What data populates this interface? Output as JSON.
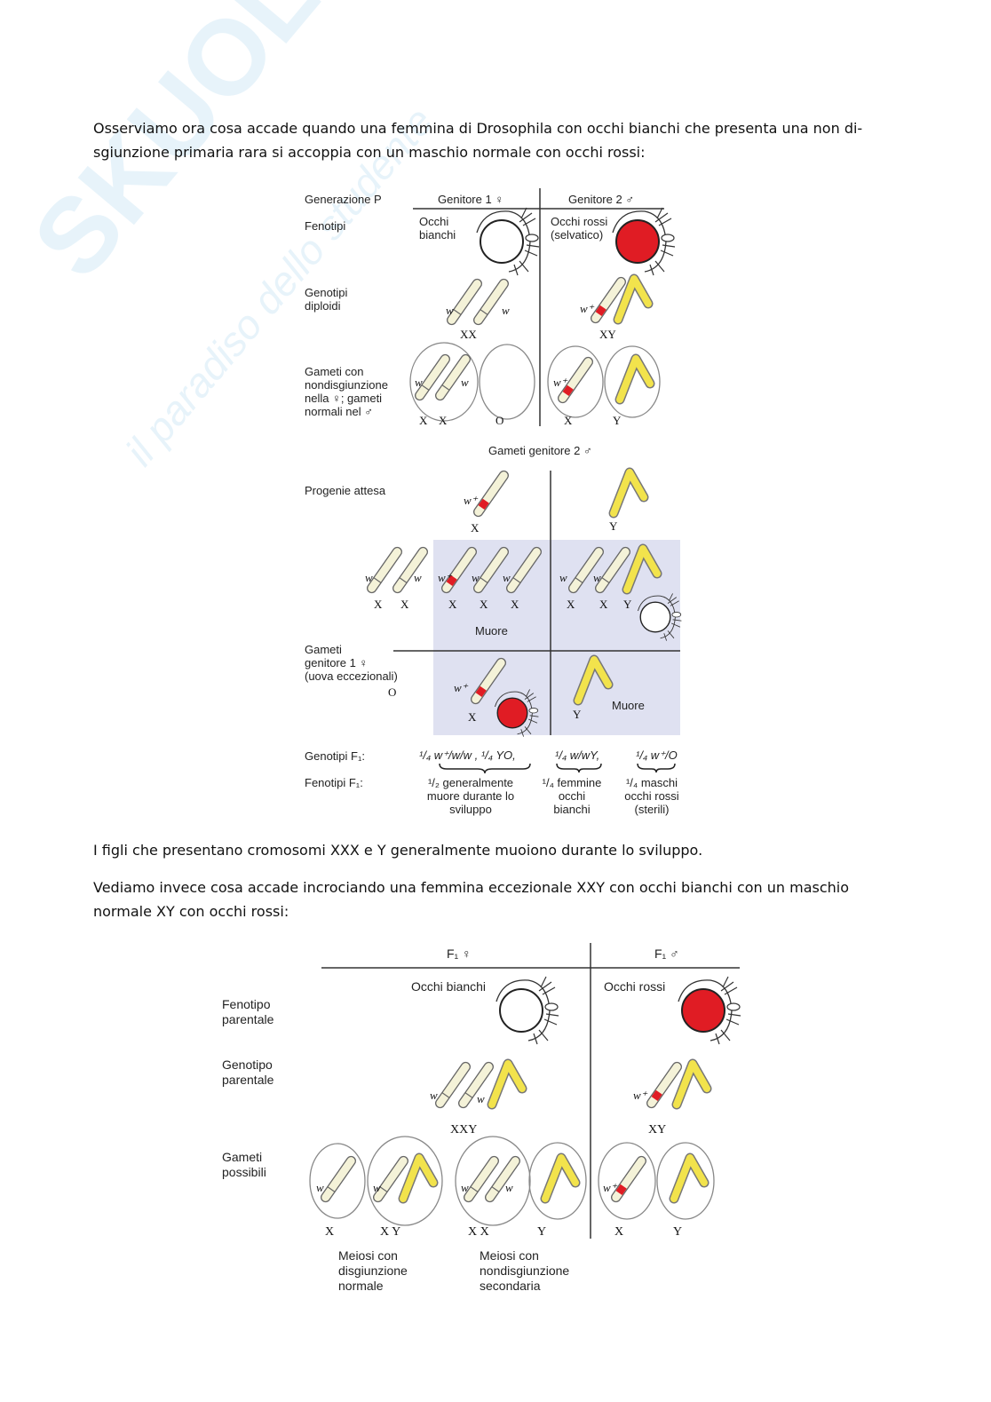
{
  "watermark": {
    "logo": "Skuola.net",
    "tagline": "il paradiso dello studente"
  },
  "paragraphs": {
    "p1": "Osserviamo ora cosa accade quando una femmina di Drosophila con occhi bianchi che presenta una non di-sgiunzione primaria rara si accoppia con un maschio normale con occhi rossi:",
    "p2": "I figli che presentano cromosomi XXX e Y generalmente muoiono durante lo sviluppo.",
    "p3": "Vediamo invece cosa accade incrociando una femmina eccezionale XXY con occhi bianchi con un maschio normale XY con occhi rossi:"
  },
  "figure1": {
    "generation": "Generazione P",
    "parent1": "Genitore 1 ♀",
    "parent2": "Genitore 2 ♂",
    "phenotypes_label": "Fenotipi",
    "p1_phenotype": "Occhi\nbianchi",
    "p2_phenotype": "Occhi rossi\n(selvatico)",
    "genotypes_label": "Genotipi\ndiploidi",
    "w": "w",
    "wplus": "w⁺",
    "xx": "XX",
    "xy": "XY",
    "gametes_label": "Gameti con\nnondisgiunzione\nnella ♀; gameti\nnormali nel ♂",
    "X": "X",
    "Y": "Y",
    "O": "O",
    "gametes_p2": "Gameti genitore 2 ♂",
    "progeny": "Progenie attesa",
    "gametes_p1": "Gameti\ngenitore 1 ♀\n(uova eccezionali)",
    "dies": "Muore",
    "f1_genotypes_label": "Genotipi F₁:",
    "f1_phenotypes_label": "Fenotipi F₁:",
    "f1_genotypes": [
      "¹/₄  w⁺/w/w , ¹/₄ YO,",
      "¹/₄ w/wY,",
      "¹/₄ w⁺/O"
    ],
    "f1_phenotypes": [
      "¹/₂ generalmente\nmuore durante lo\nsviluppo",
      "¹/₄ femmine\nocchi\nbianchi",
      "¹/₄ maschi\nocchi rossi\n(sterili)"
    ]
  },
  "figure2": {
    "f1_female": "F₁ ♀",
    "f1_male": "F₁ ♂",
    "phenotype_label": "Fenotipo\nparentale",
    "genotype_label": "Genotipo\nparentale",
    "gametes_label": "Gameti\npossibili",
    "white_eyes": "Occhi bianchi",
    "red_eyes": "Occhi rossi",
    "xxy": "XXY",
    "xy": "XY",
    "w": "w",
    "wplus": "w⁺",
    "gamete_labels": [
      "X",
      "X Y",
      "X X",
      "Y",
      "X",
      "Y"
    ],
    "meiosis_normal": "Meiosi con\ndisgiunzione\nnormale",
    "meiosis_nondisj": "Meiosi con\nnondisgiunzione\nsecondaria"
  },
  "colors": {
    "red_eye": "#e01c24",
    "y_chrom": "#f2e34c",
    "x_chrom": "#f4f2d8",
    "shade": "#dfe1f1"
  }
}
